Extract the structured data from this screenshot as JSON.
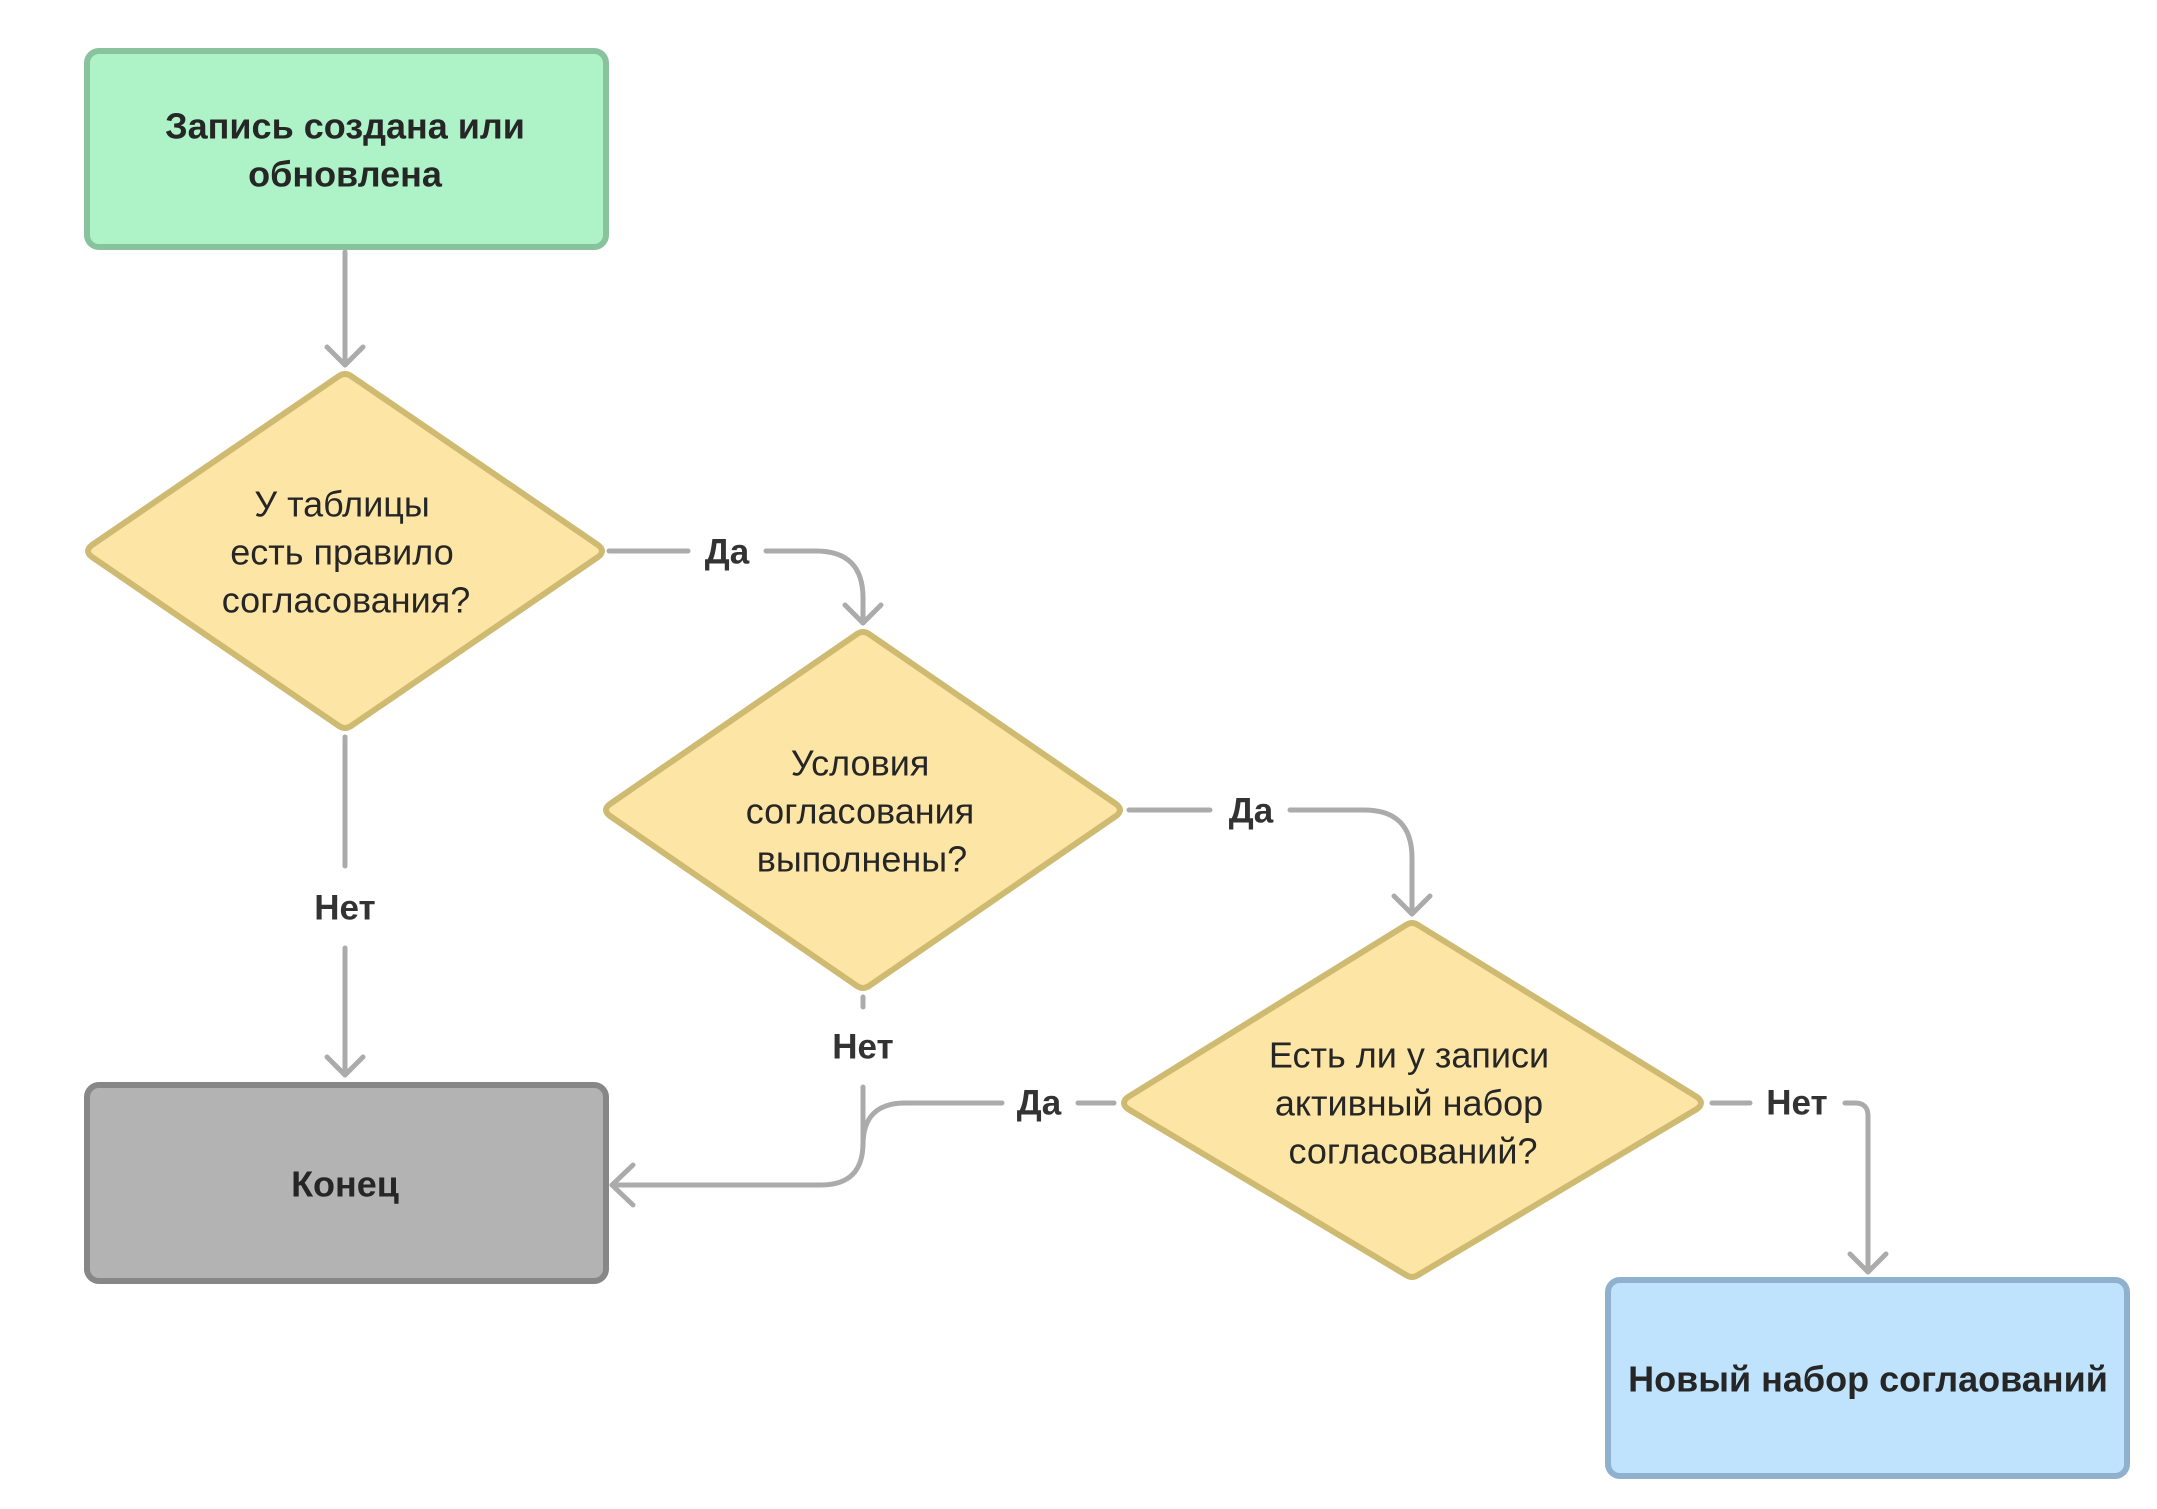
{
  "nodes": {
    "start": {
      "lines": [
        "Запись создана или",
        "обновлена"
      ],
      "fill": "#aef3c8",
      "stroke": "#89c39e"
    },
    "decision_rule": {
      "lines": [
        "У таблицы",
        "есть правило",
        "согласования?"
      ],
      "fill": "#fde6a5",
      "stroke": "#cfba72"
    },
    "decision_conditions": {
      "lines": [
        "Условия",
        "согласования",
        "выполнены?"
      ],
      "fill": "#fde6a5",
      "stroke": "#cfba72"
    },
    "decision_active_set": {
      "lines": [
        "Есть ли у записи",
        "активный набор",
        "согласований?"
      ],
      "fill": "#fde6a5",
      "stroke": "#cfba72"
    },
    "end": {
      "lines": [
        "Конец"
      ],
      "fill": "#b3b3b3",
      "stroke": "#878787"
    },
    "new_set": {
      "lines": [
        "Новый набор соглаований"
      ],
      "fill": "#bfe3fc",
      "stroke": "#8fb1ce"
    }
  },
  "edges": {
    "rule_yes": "Да",
    "rule_no": "Нет",
    "conditions_yes": "Да",
    "conditions_no": "Нет",
    "active_yes": "Да",
    "active_no": "Нет"
  },
  "colors": {
    "connector": "#ababab",
    "text": "#262626"
  }
}
